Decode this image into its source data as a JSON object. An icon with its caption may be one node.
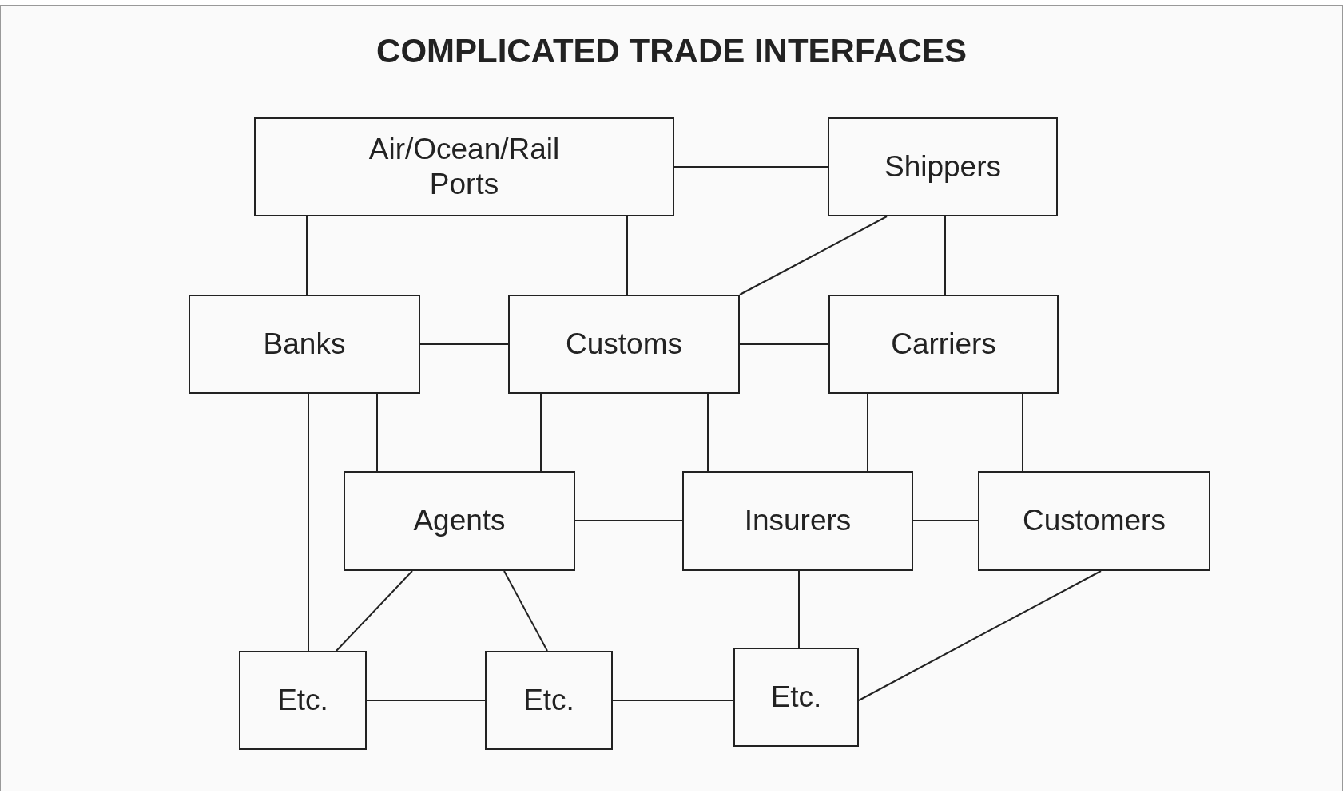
{
  "diagram": {
    "title": "COMPLICATED TRADE INTERFACES",
    "nodes": [
      {
        "text": [
          "Air/Ocean/Rail Ports"
        ]
      },
      {
        "text": [
          "Shippers"
        ]
      },
      {
        "text": [
          "Banks"
        ]
      },
      {
        "text": [
          "Customs"
        ]
      },
      {
        "text": [
          "Carriers"
        ]
      },
      {
        "text": [
          "Agents"
        ]
      },
      {
        "text": [
          "Insurers"
        ]
      },
      {
        "text": [
          "Customers"
        ]
      },
      {
        "text": [
          "Etc."
        ]
      },
      {
        "text": [
          "Etc."
        ]
      },
      {
        "text": [
          "Etc."
        ]
      }
    ],
    "edges": [
      {
        "from": 0,
        "to": 1,
        "arrow": "none"
      },
      {
        "from": 0,
        "to": 2,
        "arrow": "none"
      },
      {
        "from": 0,
        "to": 3,
        "arrow": "none"
      },
      {
        "from": 1,
        "to": 3,
        "arrow": "none"
      },
      {
        "from": 1,
        "to": 4,
        "arrow": "none"
      },
      {
        "from": 2,
        "to": 3,
        "arrow": "none"
      },
      {
        "from": 3,
        "to": 4,
        "arrow": "none"
      },
      {
        "from": 2,
        "to": 8,
        "arrow": "none"
      },
      {
        "from": 2,
        "to": 5,
        "arrow": "none"
      },
      {
        "from": 3,
        "to": 5,
        "arrow": "none"
      },
      {
        "from": 3,
        "to": 6,
        "arrow": "none"
      },
      {
        "from": 4,
        "to": 6,
        "arrow": "none"
      },
      {
        "from": 4,
        "to": 7,
        "arrow": "none"
      },
      {
        "from": 5,
        "to": 6,
        "arrow": "none"
      },
      {
        "from": 6,
        "to": 7,
        "arrow": "none"
      },
      {
        "from": 5,
        "to": 8,
        "arrow": "none"
      },
      {
        "from": 5,
        "to": 9,
        "arrow": "none"
      },
      {
        "from": 6,
        "to": 10,
        "arrow": "none"
      },
      {
        "from": 7,
        "to": 10,
        "arrow": "none"
      },
      {
        "from": 8,
        "to": 9,
        "arrow": "none"
      },
      {
        "from": 9,
        "to": 10,
        "arrow": "none"
      }
    ]
  }
}
